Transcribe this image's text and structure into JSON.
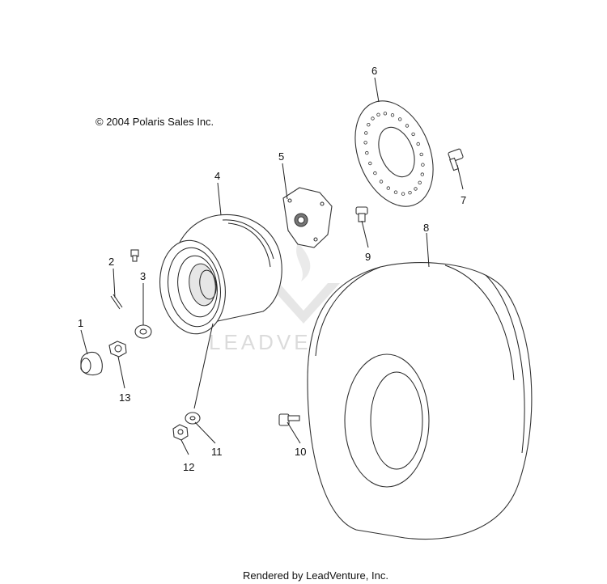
{
  "copyright": "© 2004 Polaris Sales Inc.",
  "watermark": "LEADVENTURE",
  "footer": "Rendered by LeadVenture, Inc.",
  "callouts": [
    {
      "id": "c1",
      "text": "1"
    },
    {
      "id": "c2",
      "text": "2"
    },
    {
      "id": "c3",
      "text": "3"
    },
    {
      "id": "c4",
      "text": "4"
    },
    {
      "id": "c5",
      "text": "5"
    },
    {
      "id": "c6",
      "text": "6"
    },
    {
      "id": "c7",
      "text": "7"
    },
    {
      "id": "c8",
      "text": "8"
    },
    {
      "id": "c9",
      "text": "9"
    },
    {
      "id": "c10",
      "text": "10"
    },
    {
      "id": "c11",
      "text": "11"
    },
    {
      "id": "c12",
      "text": "12"
    },
    {
      "id": "c13",
      "text": "13"
    }
  ]
}
